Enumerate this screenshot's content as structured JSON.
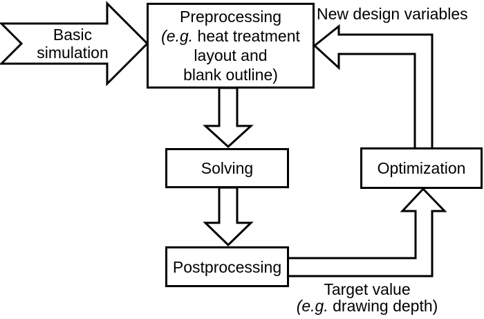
{
  "colors": {
    "background": "#ffffff",
    "stroke": "#000000",
    "text": "#000000"
  },
  "basic_arrow": {
    "line1": "Basic",
    "line2": "simulation"
  },
  "boxes": {
    "preprocessing": {
      "line1": "Preprocessing",
      "line2_open": "(",
      "line2_italic": "e.g.",
      "line2_rest": " heat treatment",
      "line3": "layout and",
      "line4": "blank outline)"
    },
    "solving": {
      "label": "Solving"
    },
    "postprocessing": {
      "label": "Postprocessing"
    },
    "optimization": {
      "label": "Optimization"
    }
  },
  "annotations": {
    "new_design_variables": "New design variables",
    "target_value": {
      "line1": "Target value",
      "line2_open": "(",
      "line2_italic": "e.g.",
      "line2_rest": " drawing depth)"
    }
  }
}
